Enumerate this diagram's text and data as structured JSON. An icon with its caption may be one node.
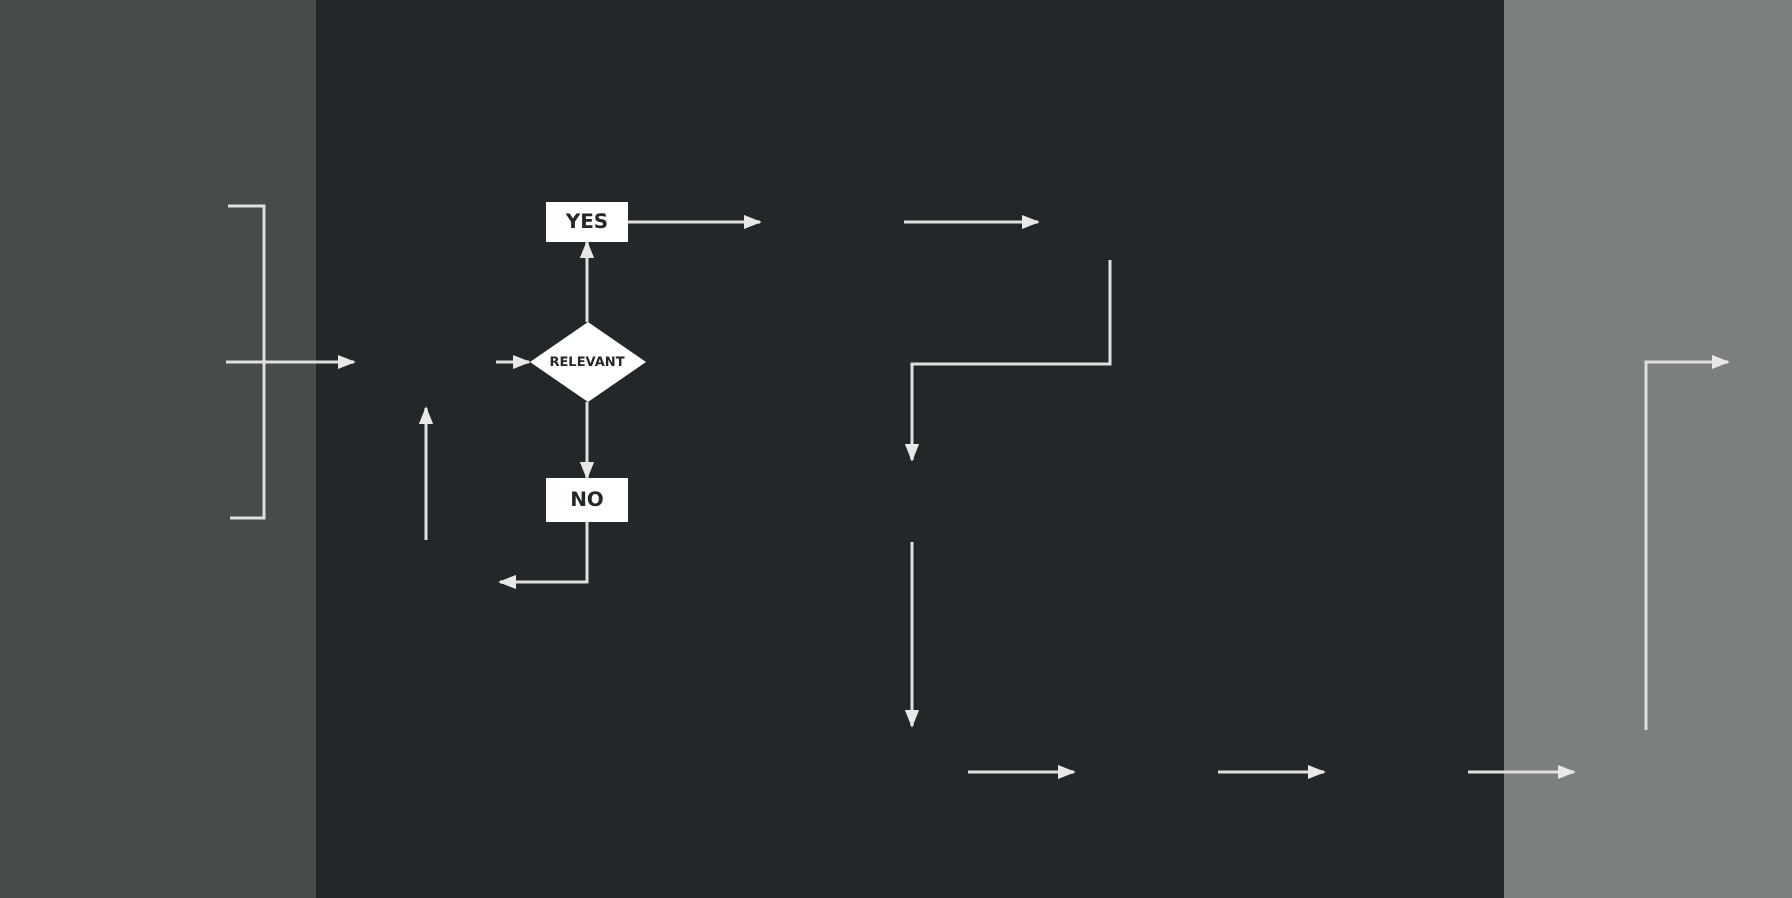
{
  "diagram": {
    "nodes": [
      {
        "text": [
          "YES"
        ]
      },
      {
        "text": [
          "RELEVANT"
        ]
      },
      {
        "text": [
          "NO"
        ]
      }
    ],
    "edges": [
      {
        "from": 1,
        "to": 0,
        "arrow": "to"
      },
      {
        "from": 1,
        "to": 2,
        "arrow": "to"
      },
      {
        "from": null,
        "to": 1,
        "arrow": "to"
      },
      {
        "from": 0,
        "to": null,
        "arrow": "to"
      },
      {
        "from": 2,
        "to": null,
        "arrow": "to"
      }
    ]
  }
}
